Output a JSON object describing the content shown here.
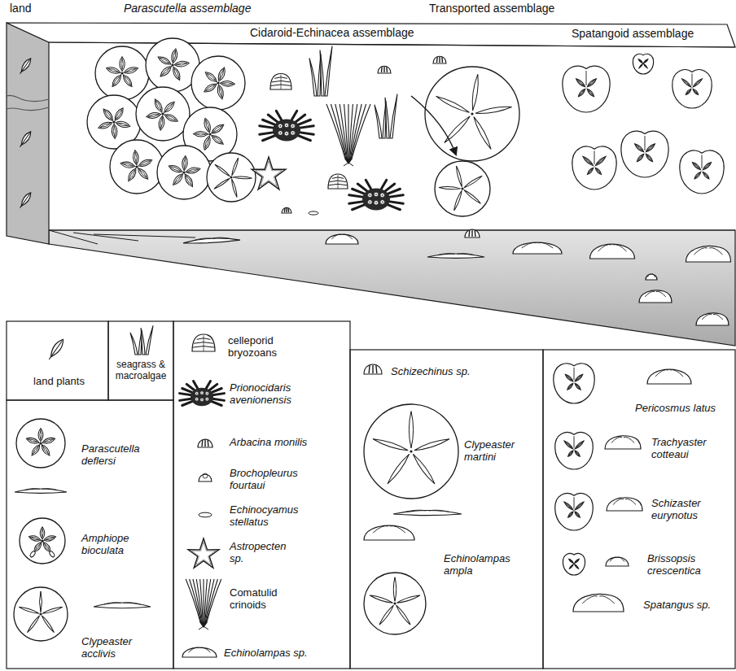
{
  "diagram": {
    "labels": [
      "land",
      "Parascutella assemblage",
      "Transported assemblage",
      "Cidaroid-Echinacea assemblage",
      "Spatangoid assemblage"
    ],
    "legend": [
      {
        "text": "land plants"
      },
      {
        "text": "seagrass & macroalgae"
      },
      {
        "text": "celleporid bryozoans"
      },
      {
        "text": "Prionocidaris avenionensis"
      },
      {
        "text": "Arbacina monilis"
      },
      {
        "text": "Brochopleurus fourtaui"
      },
      {
        "text": "Echinocyamus stellatus"
      },
      {
        "text": "Astropecten sp."
      },
      {
        "text": "Comatulid crinoids"
      },
      {
        "text": "Echinolampas sp."
      },
      {
        "text": "Parascutella deflersi"
      },
      {
        "text": "Amphiope bioculata"
      },
      {
        "text": "Clypeaster acclivis"
      },
      {
        "text": "Schizechinus sp."
      },
      {
        "text": "Clypeaster martini"
      },
      {
        "text": "Echinolampas ampla"
      },
      {
        "text": "Pericosmus latus"
      },
      {
        "text": "Trachyaster cotteaui"
      },
      {
        "text": "Schizaster eurynotus"
      },
      {
        "text": "Brissopsis crescentica"
      },
      {
        "text": "Spatangus sp."
      }
    ]
  }
}
